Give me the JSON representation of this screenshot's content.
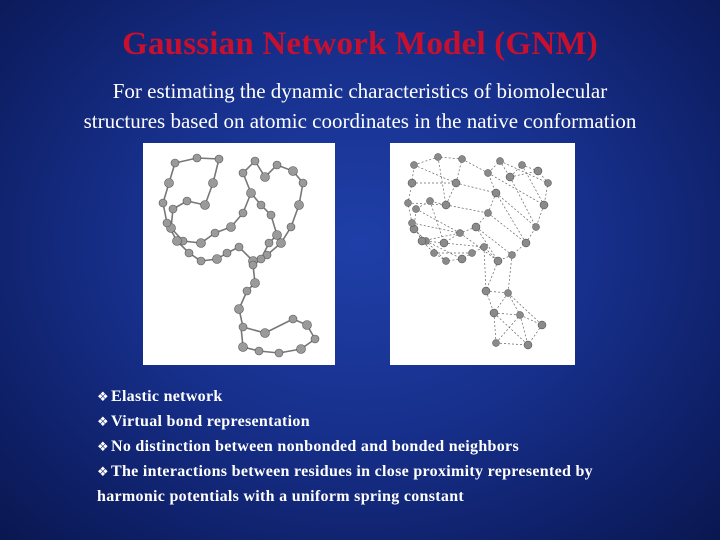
{
  "slide": {
    "title": "Gaussian Network Model (GNM)",
    "subtitle_line1": "For estimating the dynamic characteristics of biomolecular",
    "subtitle_line2": "structures based on atomic coordinates in the native conformation",
    "bullet_icon": "diamond-bullet-icon",
    "bullets": [
      "Elastic network",
      "Virtual bond representation",
      "No distinction between nonbonded and bonded neighbors",
      "The interactions between residues in close proximity represented by harmonic potentials with a uniform spring constant"
    ],
    "figure_left_icon": "protein-backbone-chain-image",
    "figure_right_icon": "elastic-network-graph-image"
  }
}
